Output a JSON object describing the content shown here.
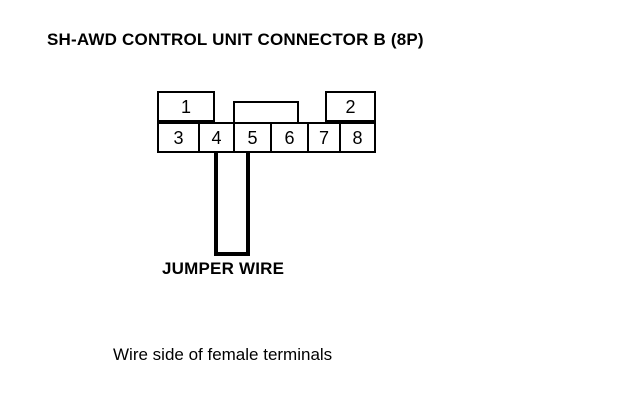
{
  "title": "SH-AWD CONTROL UNIT CONNECTOR B (8P)",
  "connector": {
    "top_row": [
      {
        "id": "cell-1",
        "label": "1"
      },
      {
        "id": "cell-2",
        "label": "2"
      }
    ],
    "bottom_row": [
      {
        "id": "cell-3",
        "label": "3"
      },
      {
        "id": "cell-4",
        "label": "4"
      },
      {
        "id": "cell-5",
        "label": "5"
      },
      {
        "id": "cell-6",
        "label": "6"
      },
      {
        "id": "cell-7",
        "label": "7"
      },
      {
        "id": "cell-8",
        "label": "8"
      }
    ]
  },
  "jumper_wire_label": "JUMPER WIRE",
  "caption": "Wire side of female terminals",
  "colors": {
    "background": "#ffffff",
    "line": "#000000",
    "text": "#000000"
  }
}
